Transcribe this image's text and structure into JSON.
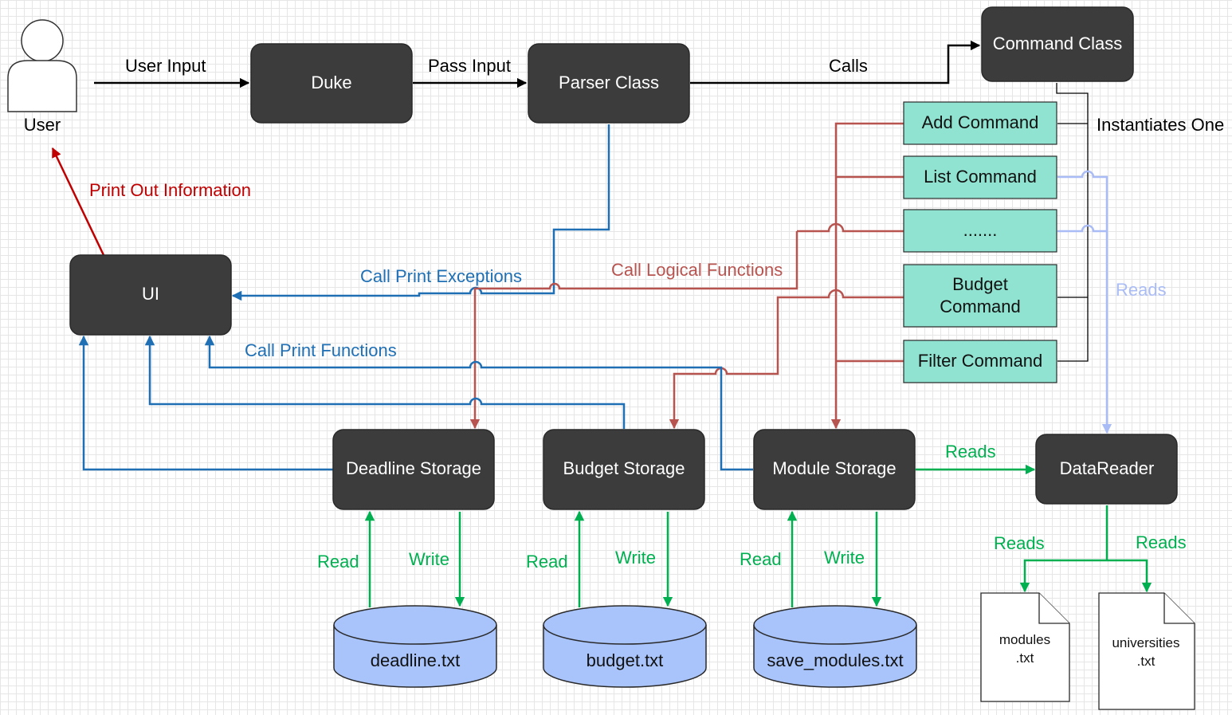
{
  "colors": {
    "node_dark": "#3c3c3c",
    "command_fill": "#8fe3d0",
    "storage_fill": "#a9c4fb",
    "blue_line": "#1f6fb5",
    "red_line": "#b85450",
    "green_line": "#00b050",
    "light_blue_line": "#aabcf5",
    "print_red": "#c00000"
  },
  "actor": {
    "label": "User",
    "icon": "user-icon"
  },
  "nodes": {
    "duke": "Duke",
    "parser": "Parser Class",
    "command": "Command Class",
    "ui": "UI",
    "deadline_storage": "Deadline Storage",
    "budget_storage": "Budget Storage",
    "module_storage": "Module Storage",
    "datareader": "DataReader"
  },
  "commands": {
    "add": "Add Command",
    "list": "List Command",
    "ellipsis": ".......",
    "budget_line1": "Budget",
    "budget_line2": "Command",
    "filter": "Filter Command"
  },
  "files": {
    "deadline": "deadline.txt",
    "budget": "budget.txt",
    "modules_save": "save_modules.txt"
  },
  "docs": {
    "modules_line1": "modules",
    "modules_line2": ".txt",
    "universities_line1": "universities",
    "universities_line2": ".txt"
  },
  "edge_labels": {
    "user_input": "User Input",
    "pass_input": "Pass Input",
    "calls": "Calls",
    "instantiates_one": "Instantiates One",
    "print_out_information": "Print Out Information",
    "call_print_exceptions": "Call Print Exceptions",
    "call_logical_functions": "Call Logical Functions",
    "call_print_functions": "Call Print Functions",
    "reads_light": "Reads",
    "reads_module_to_datareader": "Reads",
    "reads_modules_file": "Reads",
    "reads_universities_file": "Reads",
    "read_deadline": "Read",
    "write_deadline": "Write",
    "read_budget": "Read",
    "write_budget": "Write",
    "read_modules": "Read",
    "write_modules": "Write"
  }
}
